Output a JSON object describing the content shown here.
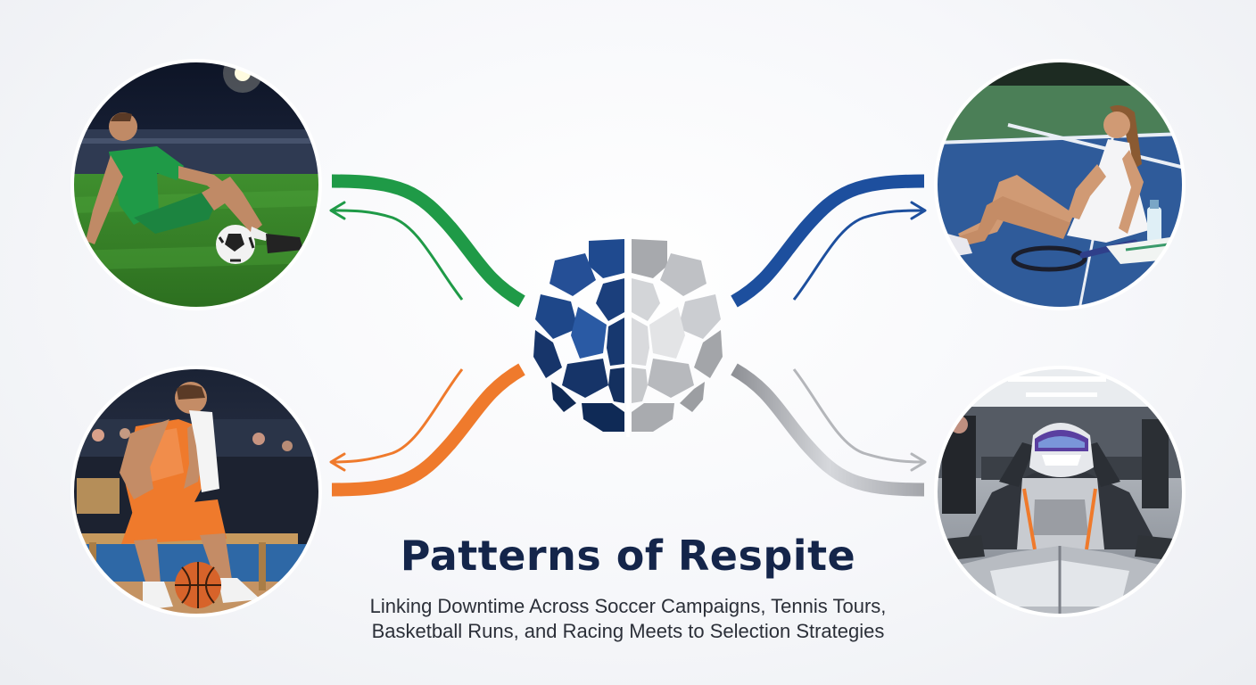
{
  "title": "Patterns of Respite",
  "subtitle": {
    "line1": "Linking Downtime Across Soccer Campaigns, Tennis Tours,",
    "line2": "Basketball Runs, and Racing Meets to Selection Strategies"
  },
  "colors": {
    "soccer": "#1f9a47",
    "tennis": "#1d4f9e",
    "basketball": "#ef7a2c",
    "racing": "#a9abb0",
    "title": "#14254a"
  },
  "nodes": [
    {
      "id": "soccer-player-resting",
      "icon": "soccer-player-photo"
    },
    {
      "id": "tennis-player-resting",
      "icon": "tennis-player-photo"
    },
    {
      "id": "basketball-player-resting",
      "icon": "basketball-player-photo"
    },
    {
      "id": "racing-driver-resting",
      "icon": "racing-driver-photo"
    },
    {
      "id": "brain",
      "icon": "brain-icon"
    }
  ]
}
